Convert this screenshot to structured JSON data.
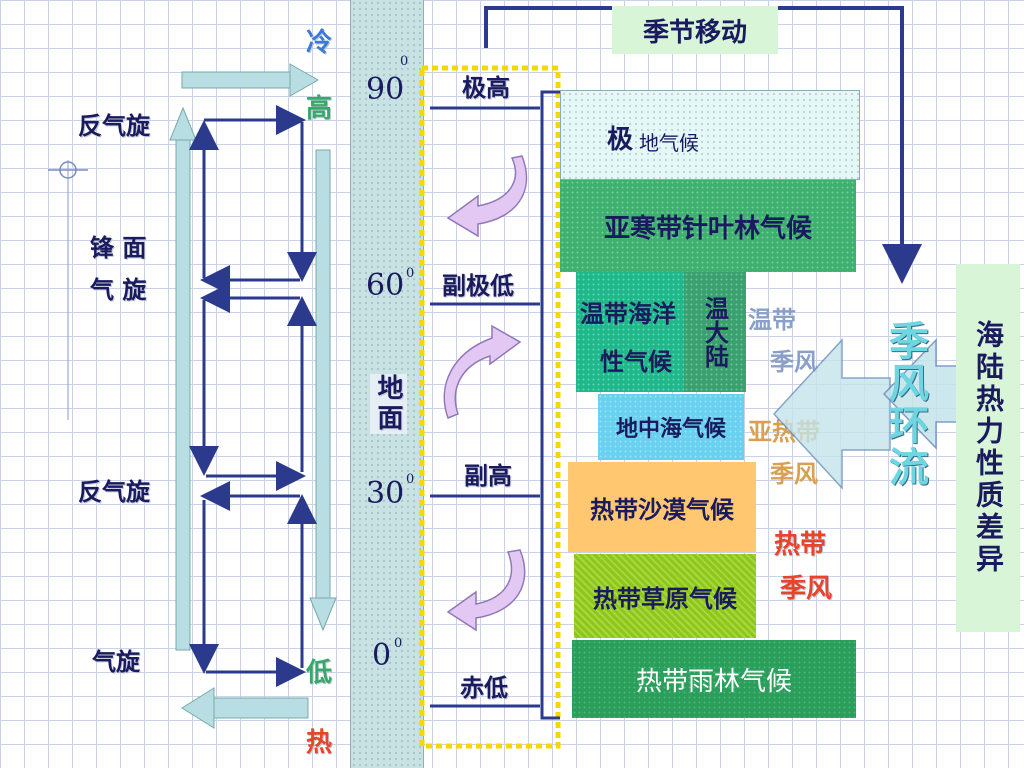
{
  "title": "季节移动",
  "side_title": "海陆热力性质差异",
  "monsoon_label": "季风环流",
  "left_column": {
    "top_char1": "冷",
    "top_char2": "高",
    "bottom_char1": "低",
    "bottom_char2": "热",
    "anticyclone_top": "反气旋",
    "frontal_cyclone_line1": "锋 面",
    "frontal_cyclone_line2": "气 旋",
    "anticyclone_mid": "反气旋",
    "cyclone_bottom": "气旋"
  },
  "latitudes": [
    {
      "value": "90",
      "sup": "0"
    },
    {
      "value": "60",
      "sup": "0"
    },
    {
      "value": "30",
      "sup": "0"
    },
    {
      "value": "0",
      "sup": "0"
    }
  ],
  "ground_label": "地面",
  "pressure_belts": [
    "极高",
    "副极低",
    "副高",
    "赤低"
  ],
  "climates": {
    "polar_big": "极",
    "polar_small": "地气候",
    "subarctic": "亚寒带针叶林气候",
    "temperate_maritime_line1": "温带海洋",
    "temperate_maritime_line2": "性气候",
    "temperate_continental": "温大陆",
    "mediterranean": "地中海气候",
    "tropical_desert": "热带沙漠气候",
    "tropical_savanna": "热带草原气候",
    "tropical_rainforest": "热带雨林气候"
  },
  "monsoons": {
    "temperate_line1": "温带",
    "temperate_line2": "季风",
    "subtropical_line1": "亚热带",
    "subtropical_line2": "季风",
    "tropical_line1": "热带",
    "tropical_line2": "季风"
  },
  "colors": {
    "navy": "#2b3a8c",
    "pale_teal": "#b8dde3",
    "polar": "#e6f7f7",
    "subarctic": "#40b070",
    "temperate_maritime": "#20b88a",
    "temperate_continental": "#3aa070",
    "mediterranean": "#6ad0f0",
    "desert": "#ffc870",
    "savanna": "#8ec61c",
    "rainforest": "#2a9e5a",
    "title_bg": "#d8f5d8"
  }
}
